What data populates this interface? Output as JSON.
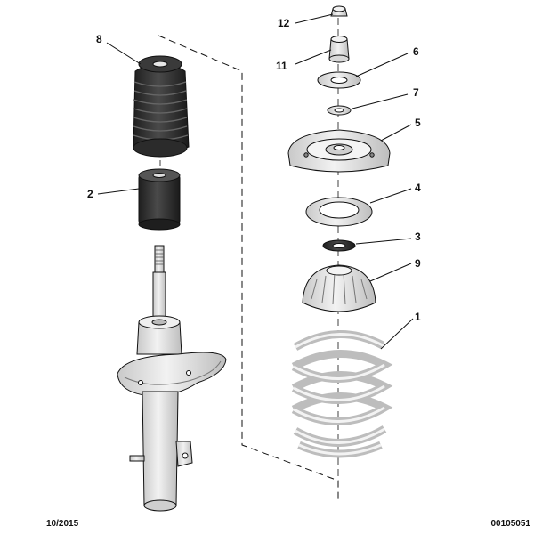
{
  "diagram": {
    "callouts": {
      "c1": "1",
      "c2": "2",
      "c3": "3",
      "c4": "4",
      "c5": "5",
      "c6": "6",
      "c7": "7",
      "c8": "8",
      "c9": "9",
      "c11": "11",
      "c12": "12"
    },
    "part_color": "#e3e3e3",
    "line_color": "#111111",
    "accent_dark": "#2a2a2a"
  },
  "footer": {
    "date": "10/2015",
    "ref": "00105051"
  }
}
